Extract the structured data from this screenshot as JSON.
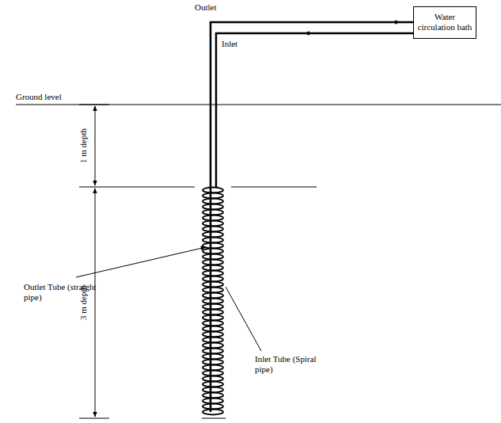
{
  "diagram": {
    "nodes": [
      {
        "text": [
          "Water circulation bath"
        ]
      }
    ],
    "labels": [
      "Outlet",
      "Inlet",
      "Ground level",
      "1 m depth",
      "3 m depth",
      "Outlet Tube (straight pipe)",
      "Inlet Tube (Spiral pipe)"
    ]
  }
}
